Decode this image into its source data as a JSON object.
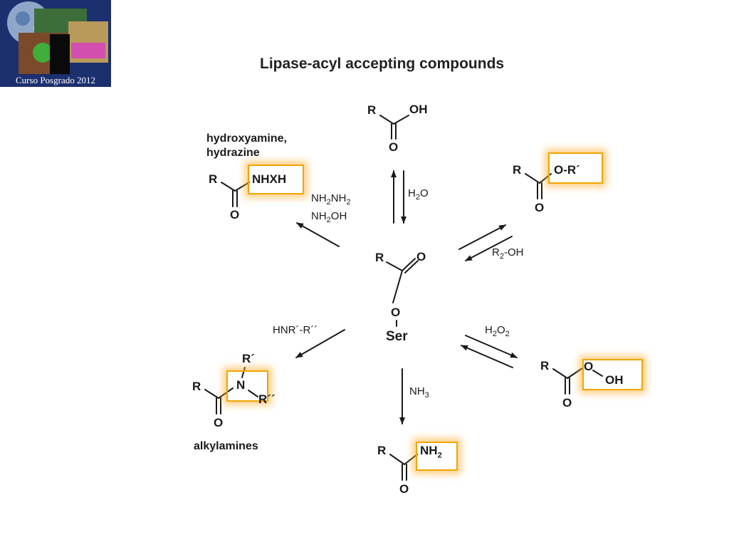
{
  "logo": {
    "caption": "Curso Posgrado 2012"
  },
  "title": "Lipase-acyl accepting compounds",
  "colors": {
    "highlight": "#f0a500",
    "glow": "#ffaa28",
    "logo_bg": "#1c2f6e",
    "ink": "#1a1a1a"
  },
  "center": {
    "R": "R",
    "O": "O",
    "O2": "O",
    "ser": "Ser"
  },
  "acid": {
    "R": "R",
    "OH": "OH",
    "O": "O",
    "reagent_H": "H",
    "reagent_sub": "2",
    "reagent_O": "O"
  },
  "hydroxamate": {
    "desc1": "hydroxyamine,",
    "desc2": "hydrazine",
    "R": "R",
    "group": "NHXH",
    "O": "O",
    "reagent1": "NH",
    "reagent1_sub": "2",
    "reagent1_b": "NH",
    "reagent1_sub2": "2",
    "reagent2": "NH",
    "reagent2_sub": "2",
    "reagent2_b": "OH"
  },
  "ester": {
    "R": "R",
    "group": "O-R´",
    "O": "O",
    "reagent": "R",
    "reagent_sub": "2",
    "reagent_b": "-OH"
  },
  "amide_alkyl": {
    "R": "R",
    "Rp": "R´",
    "N": "N",
    "Rpp": "R´´",
    "O": "O",
    "reagent": "HNR´-R´´",
    "desc": "alkylamines"
  },
  "amide": {
    "R": "R",
    "group": "NH",
    "group_sub": "2",
    "O": "O",
    "reagent": "NH",
    "reagent_sub": "3"
  },
  "peracid": {
    "R": "R",
    "O1": "O",
    "OH": "OH",
    "O": "O",
    "reagent": "H",
    "reagent_sub": "2",
    "reagent_b": "O",
    "reagent_sub2": "2"
  }
}
